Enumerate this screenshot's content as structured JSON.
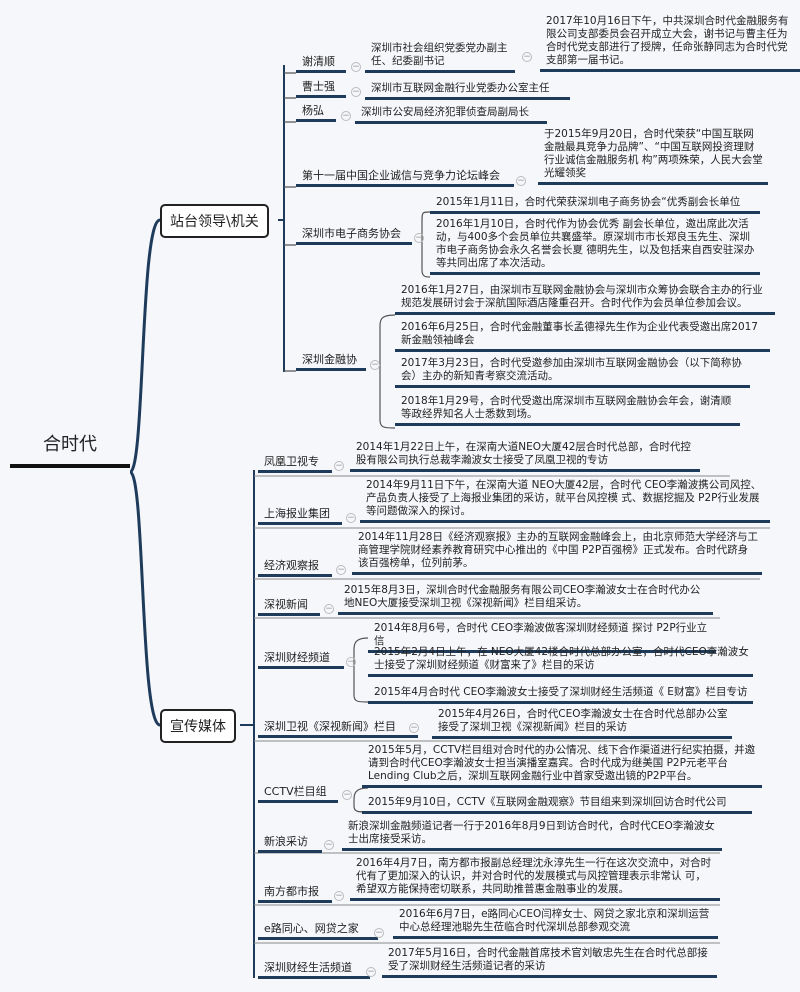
{
  "root": "合时代",
  "b1": {
    "label": "站台领导\\机关",
    "c": [
      {
        "label": "谢清顺",
        "sub": "深圳市社会组织党委党办副主任、纪委副书记",
        "leaf": "2017年10月16日下午，中共深圳合时代金融服务有限公司支部委员会召开成立大会，谢书记与曹主任为合时代党支部进行了授牌，任命张静同志为合时代党支部第一届书记。"
      },
      {
        "label": "曹士强",
        "sub": "深圳市互联网金融行业党委办公室主任"
      },
      {
        "label": "杨弘",
        "sub": "深圳市公安局经济犯罪侦查局副局长"
      },
      {
        "label": "第十一届中国企业诚信与竞争力论坛峰会",
        "leaf": "于2015年9月20日，合时代荣获“中国互联网金融最具竞争力品牌”、“中国互联网投资理财行业诚信金融服务机 构”两项殊荣，人民大会堂光耀领奖"
      },
      {
        "label": "深圳市电子商务协会",
        "leaves": [
          "2015年1月11日，合时代荣获深圳电子商务协会“优秀副会长单位",
          "2016年1月10日，合时代作为协会优秀 副会长单位，邀出席此次活动，与400多个会员单位共襄盛举。原深圳市市长郑良玉先生、深圳市电子商务协会永久名誉会长夏 德明先生，以及包括来自西安驻深办等共同出席了本次活动。"
        ]
      },
      {
        "label": "深圳金融协",
        "leaves": [
          "2016年1月27日，由深圳市互联网金融协会与深圳市众筹协会联合主办的行业规范发展研讨会于深航国际酒店隆重召开。合时代作为会员单位参加会议。",
          "2016年6月25日，合时代金融董事长孟德禄先生作为企业代表受邀出席2017新金融领袖峰会",
          "2017年3月23日，合时代受邀参加由深圳市互联网金融协会（以下简称协会）主办的新知青考察交流活动。",
          "2018年1月29号，合时代受邀出席深圳市互联网金融协会年会，谢清顺等政经界知名人士悉数到场。"
        ]
      }
    ]
  },
  "b2": {
    "label": "宣传媒体",
    "c": [
      {
        "label": "凤凰卫视专",
        "leaf": "2014年1月22日上午，在深南大道NEO大厦42层合时代总部，合时代控股有限公司执行总裁李瀚波女士接受了凤凰卫视的专访"
      },
      {
        "label": "上海报业集团",
        "leaf": "2014年9月11日下午，在深南大道 NEO大厦42层，合时代 CEO李瀚波携公司风控、产品负责人接受了上海报业集团的采访，就平台风控模 式、数据挖掘及 P2P行业发展等问题做深入的探讨。"
      },
      {
        "label": "经济观察报",
        "leaf": "2014年11月28日《经济观察报》主办的互联网金融峰会上，由北京师范大学经济与工商管理学院财经素养教育研究中心推出的《中国 P2P百强榜》正式发布。合时代跻身该百强榜单，位列前茅。"
      },
      {
        "label": "深视新闻",
        "leaf": "2015年8月3日，深圳合时代金融服务有限公司CEO李瀚波女士在合时代办公地NEO大厦接受深圳卫视《深视新闻》栏目组采访。"
      },
      {
        "label": "深圳财经频道",
        "leaves": [
          "2014年8月6号，合时代 CEO李瀚波做客深圳财经频道 探讨 P2P行业立信",
          "2015年2月4日上午，在 NEO大厦42楼合时代总部办公室，合时代CEO李瀚波女士接受了深圳财经频道《财富来了》栏目的采访",
          "2015年4月合时代 CEO李瀚波女士接受了深圳财经生活频道《 E财富》栏目专访"
        ]
      },
      {
        "label": "深圳卫视《深视新闻》栏目",
        "leaf": "2015年4月26日，合时代CEO李瀚波女士在合时代总部办公室接受了深圳卫视《深视新闻》栏目的采访"
      },
      {
        "label": "CCTV栏目组",
        "leaves": [
          "2015年5月，CCTV栏目组对合时代的办公情况、线下合作渠道进行纪实拍摄，并邀请到合时代CEO李瀚波女士担当演播室嘉宾。合时代成为继美国 P2P元老平台Lending Club之后，深圳互联网金融行业中首家受邀出镜的P2P平台。",
          "2015年9月10日，CCTV《互联网金融观察》节目组来到深圳回访合时代公司"
        ]
      },
      {
        "label": "新浪采访",
        "leaf": "新浪深圳金融频道记者一行于2016年8月9日到访合时代，合时代CEO李瀚波女士出席接受采访。"
      },
      {
        "label": "南方都市报",
        "leaf": "2016年4月7日，南方都市报副总经理沈永淳先生一行在这次交流中，对合时代有了更加深入的认识，并对合时代的发展模式与风控管理表示非常认 可，希望双方能保持密切联系，共同助推普惠金融事业的发展。"
      },
      {
        "label": "e路同心、网贷之家",
        "leaf": "2016年6月7日，e路同心CEO闫梓女士、网贷之家北京和深圳运营中心总经理池聪先生莅临合时代深圳总部参观交流"
      },
      {
        "label": "深圳财经生活频道",
        "leaf": "2017年5月16日，合时代金融首席技术官刘敏忠先生在合时代总部接受了深圳财经生活频道记者的采访"
      }
    ]
  }
}
